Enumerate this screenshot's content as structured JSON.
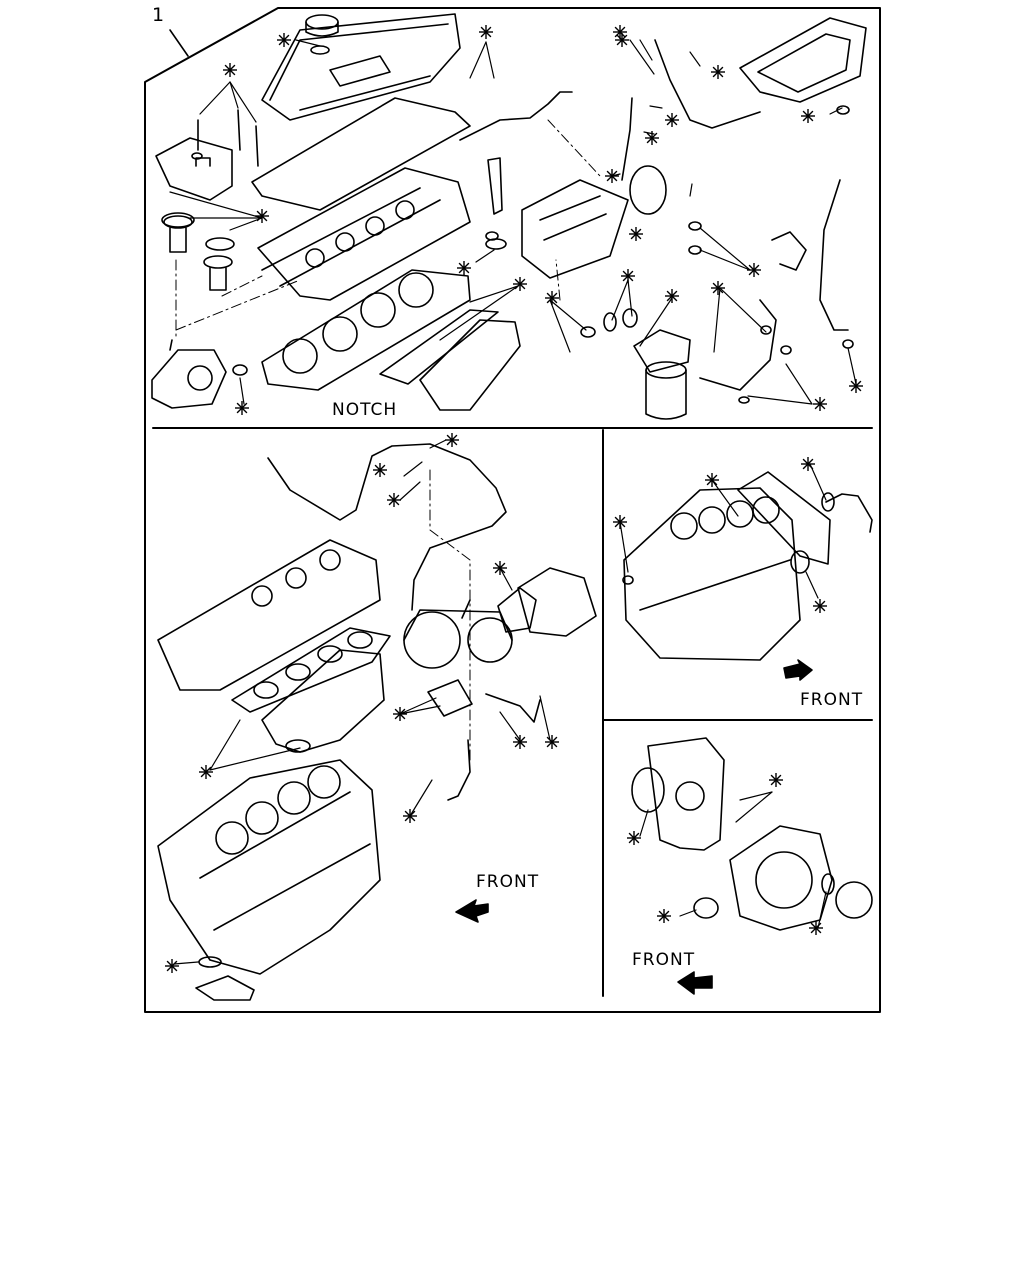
{
  "diagram": {
    "callout_number": "1",
    "labels": {
      "notch": "NOTCH",
      "front": "FRONT"
    },
    "kit_marker_symbol": "asterisk-icon",
    "colors": {
      "line": "#000000",
      "background": "#ffffff"
    }
  }
}
